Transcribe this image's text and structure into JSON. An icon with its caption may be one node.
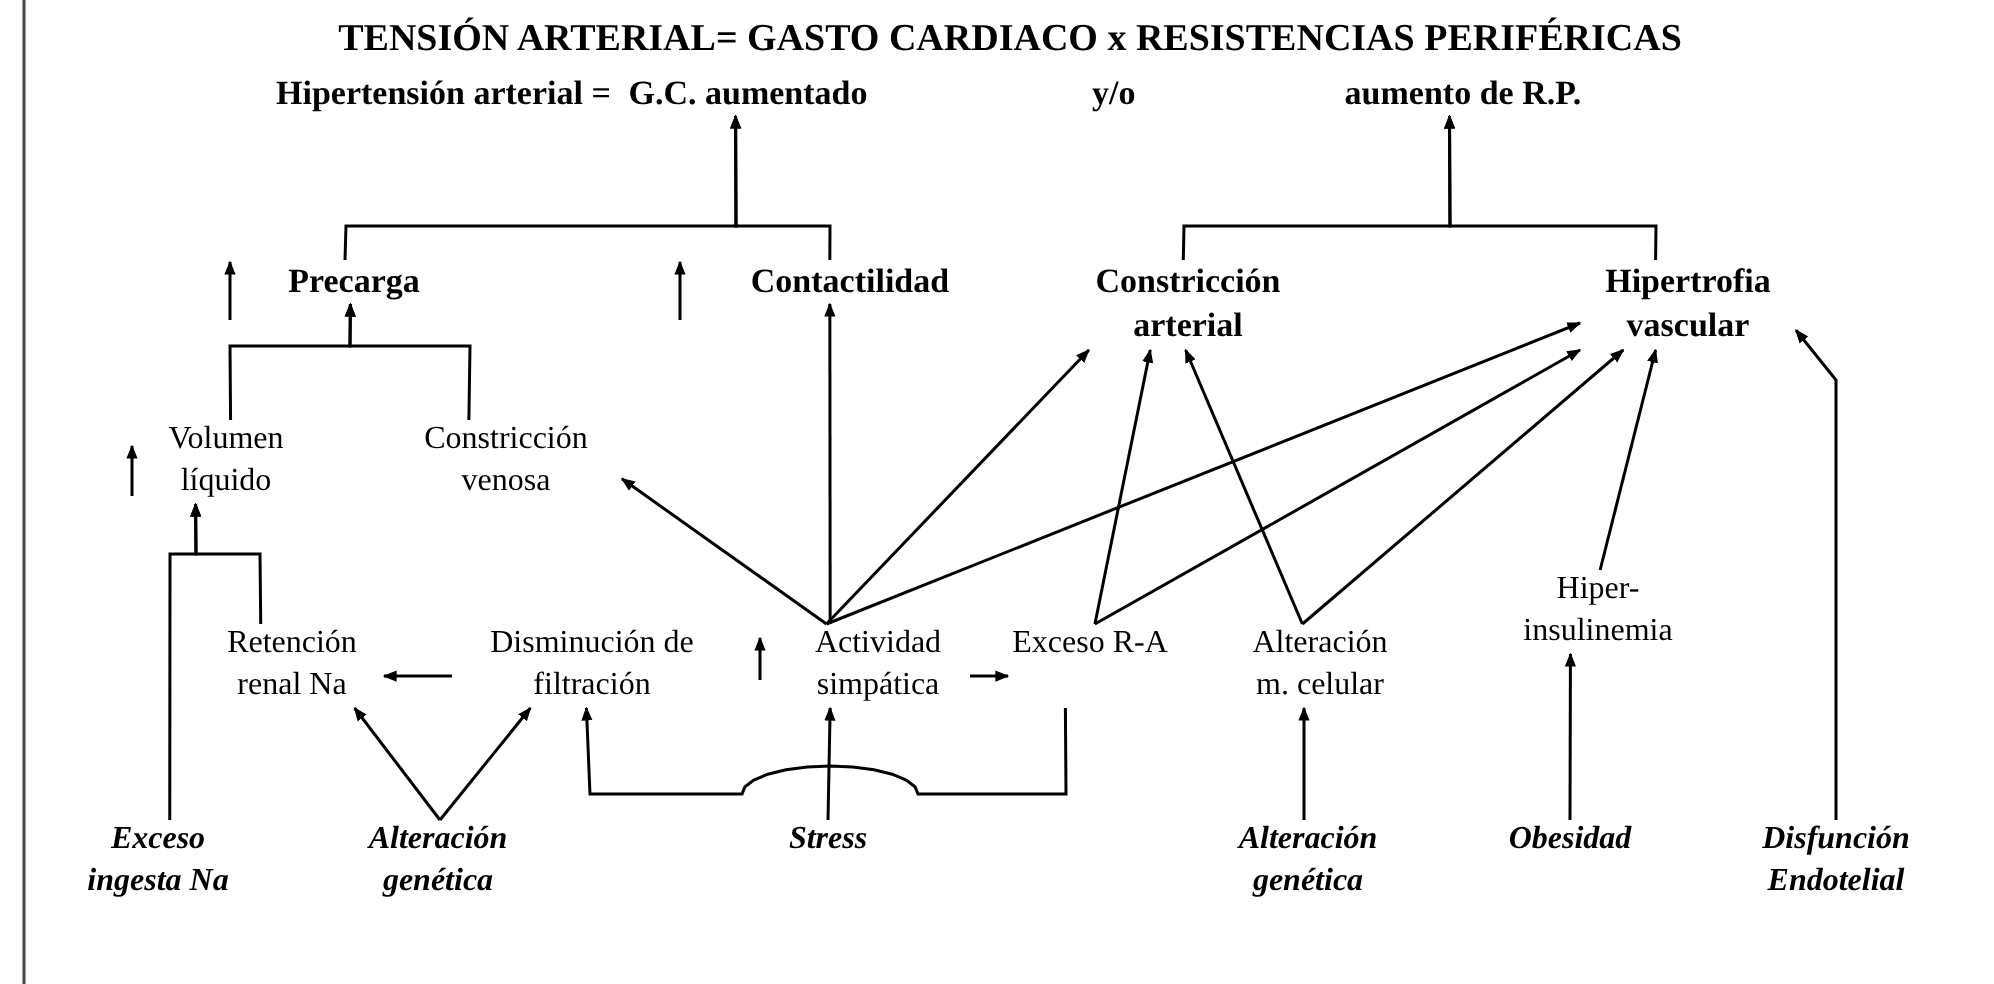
{
  "diagram": {
    "title": "TENSIÓN ARTERIAL= GASTO CARDIACO x RESISTENCIAS PERIFÉRICAS",
    "nodes": [
      {
        "text": [
          "G.C. aumentado"
        ]
      },
      {
        "text": [
          "aumento de R.P."
        ]
      },
      {
        "text": [
          "Precarga"
        ]
      },
      {
        "text": [
          "Contactilidad"
        ]
      },
      {
        "text": [
          "Constricción arterial"
        ]
      },
      {
        "text": [
          "Hipertrofia vascular"
        ]
      },
      {
        "text": [
          "Volumen líquido"
        ]
      },
      {
        "text": [
          "Constricción venosa"
        ]
      },
      {
        "text": [
          "Retención renal Na"
        ]
      },
      {
        "text": [
          "Disminución de filtración"
        ]
      },
      {
        "text": [
          "Actividad simpática"
        ]
      },
      {
        "text": [
          "Exceso R-A"
        ]
      },
      {
        "text": [
          "Alteración m. celular"
        ]
      },
      {
        "text": [
          "Hiper-insulinemia"
        ]
      },
      {
        "text": [
          "Exceso ingesta Na"
        ]
      },
      {
        "text": [
          "Alteración genética"
        ]
      },
      {
        "text": [
          "Stress"
        ]
      },
      {
        "text": [
          "Alteración genética"
        ]
      },
      {
        "text": [
          "Obesidad"
        ]
      },
      {
        "text": [
          "Disfunción Endotelial"
        ]
      }
    ],
    "edges": [
      {
        "from": 2,
        "to": 0,
        "arrow": "to"
      },
      {
        "from": 3,
        "to": 0,
        "arrow": "to"
      },
      {
        "from": 4,
        "to": 1,
        "arrow": "to"
      },
      {
        "from": 5,
        "to": 1,
        "arrow": "to"
      },
      {
        "from": 6,
        "to": 2,
        "arrow": "to"
      },
      {
        "from": 7,
        "to": 2,
        "arrow": "to"
      },
      {
        "from": 8,
        "to": 6,
        "arrow": "to"
      },
      {
        "from": 14,
        "to": 6,
        "arrow": "to"
      },
      {
        "from": 9,
        "to": 8,
        "arrow": "to"
      },
      {
        "from": 15,
        "to": 8,
        "arrow": "to"
      },
      {
        "from": 15,
        "to": 9,
        "arrow": "to"
      },
      {
        "from": 11,
        "to": 9,
        "arrow": "to"
      },
      {
        "from": 16,
        "to": 10,
        "arrow": "to"
      },
      {
        "from": 10,
        "to": 11,
        "arrow": "to"
      },
      {
        "from": 10,
        "to": 7,
        "arrow": "to"
      },
      {
        "from": 10,
        "to": 3,
        "arrow": "to"
      },
      {
        "from": 10,
        "to": 4,
        "arrow": "to"
      },
      {
        "from": 10,
        "to": 5,
        "arrow": "to"
      },
      {
        "from": 11,
        "to": 4,
        "arrow": "to"
      },
      {
        "from": 11,
        "to": 5,
        "arrow": "to"
      },
      {
        "from": 12,
        "to": 4,
        "arrow": "to"
      },
      {
        "from": 12,
        "to": 5,
        "arrow": "to"
      },
      {
        "from": 13,
        "to": 5,
        "arrow": "to"
      },
      {
        "from": 17,
        "to": 12,
        "arrow": "to"
      },
      {
        "from": 18,
        "to": 13,
        "arrow": "to"
      },
      {
        "from": 19,
        "to": 5,
        "arrow": "to"
      }
    ],
    "labels": [
      "Hipertensión arterial =",
      "y/o"
    ]
  }
}
